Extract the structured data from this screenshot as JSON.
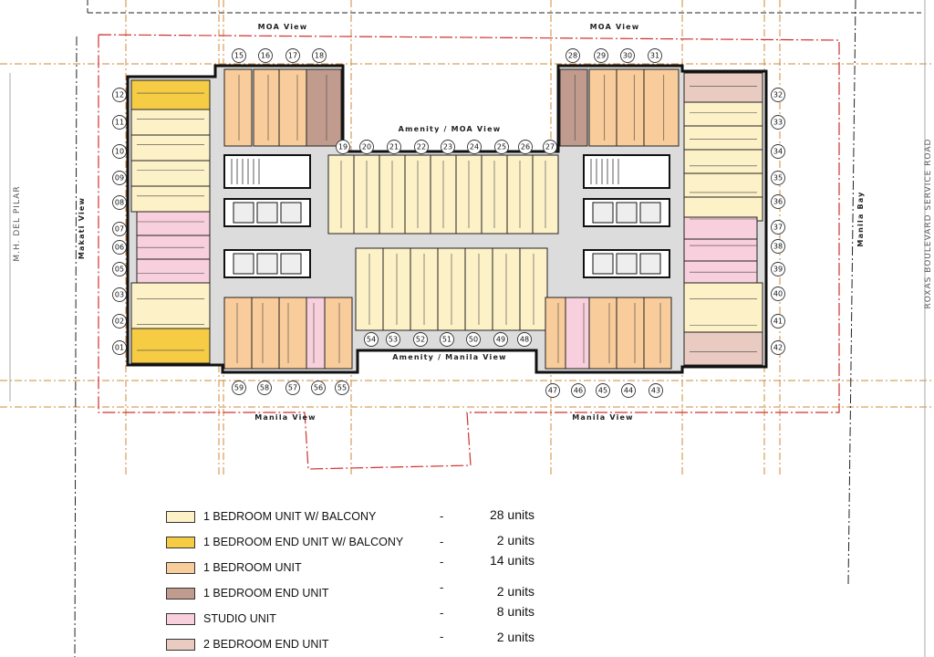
{
  "views": {
    "top_left": "MOA View",
    "top_right": "MOA View",
    "amenity_top": "Amenity / MOA View",
    "amenity_bottom": "Amenity / Manila View",
    "bottom_left": "Manila View",
    "bottom_right": "Manila View",
    "left": "Makati View",
    "right": "Manila Bay",
    "road_left": "M.H. DEL PILAR",
    "road_right": "ROXAS BOULEVARD SERVICE ROAD"
  },
  "unit_numbers": {
    "left_wing": [
      "12",
      "11",
      "10",
      "09",
      "08",
      "07",
      "06",
      "05",
      "03",
      "02",
      "01"
    ],
    "top_left": [
      "15",
      "16",
      "17",
      "18"
    ],
    "top_right": [
      "28",
      "29",
      "30",
      "31"
    ],
    "right_wing": [
      "32",
      "33",
      "34",
      "35",
      "36",
      "37",
      "38",
      "39",
      "40",
      "41",
      "42"
    ],
    "corridor_top": [
      "19",
      "20",
      "21",
      "22",
      "23",
      "24",
      "25",
      "26",
      "27"
    ],
    "corridor_bottom": [
      "54",
      "53",
      "52",
      "51",
      "50",
      "49",
      "48"
    ],
    "bottom_left": [
      "59",
      "58",
      "57",
      "56",
      "55"
    ],
    "bottom_right": [
      "47",
      "46",
      "45",
      "44",
      "43"
    ]
  },
  "colors": {
    "one_bed_balcony": "#fdf1c8",
    "one_bed_end_balcony": "#f6cc45",
    "one_bed": "#f9cc9b",
    "one_bed_end": "#c19c8e",
    "studio": "#f8cfdc",
    "two_bed_end": "#eacbc2",
    "core": "#dcdcdc",
    "grid": "#d08a3a",
    "boundary": "#d03030"
  },
  "legend": [
    {
      "label": "1 BEDROOM UNIT W/ BALCONY",
      "count": "28 units",
      "color": "#fdf1c8"
    },
    {
      "label": "1 BEDROOM END UNIT W/ BALCONY",
      "count": "2 units",
      "color": "#f6cc45"
    },
    {
      "label": "1 BEDROOM UNIT",
      "count": "14 units",
      "color": "#f9cc9b"
    },
    {
      "label": "1 BEDROOM END UNIT",
      "count": "2 units",
      "color": "#c19c8e"
    },
    {
      "label": "STUDIO UNIT",
      "count": "8 units",
      "color": "#f8cfdc"
    },
    {
      "label": "2 BEDROOM END UNIT",
      "count": "2 units",
      "color": "#eacbc2"
    }
  ],
  "legend_dash": "-"
}
